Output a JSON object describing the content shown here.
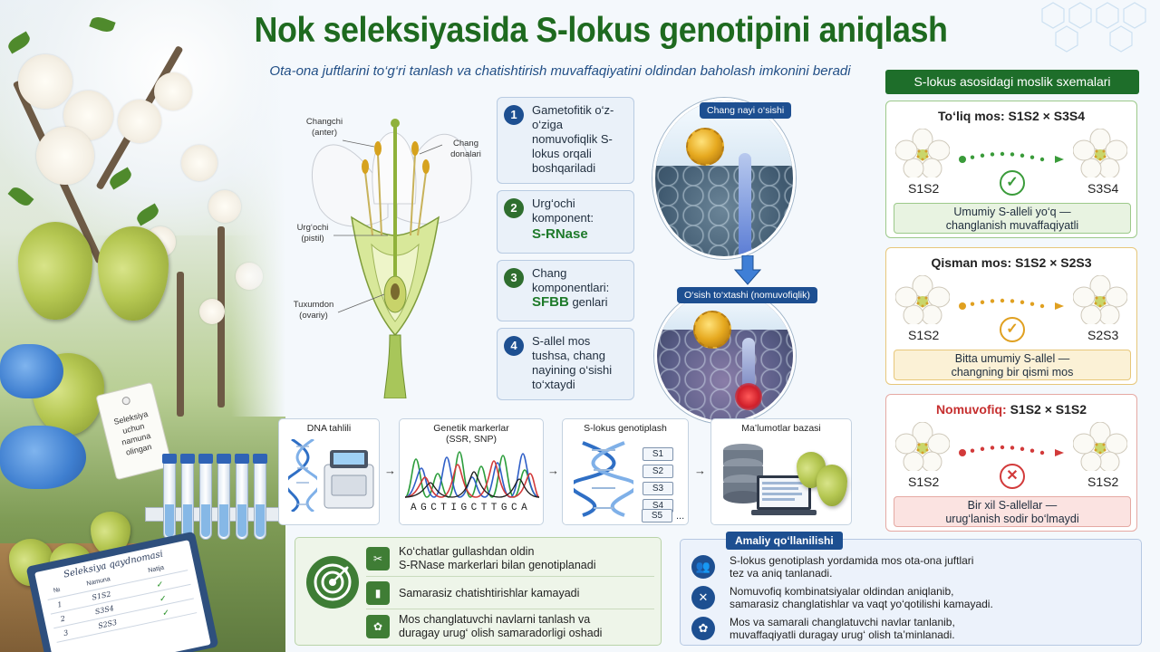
{
  "header": {
    "title": "Nok seleksiyasida S-lokus genotipini aniqlash",
    "subtitle": "Ota-ona juftlarini to‘g‘ri tanlash va chatishtirish muvaffaqiyatini oldindan baholash imkonini beradi"
  },
  "photo": {
    "tag_text": "Seleksiya uchun namuna olingan",
    "clipboard": {
      "title": "Seleksiya qaydnomasi",
      "columns": [
        "№",
        "Namuna",
        "Natija"
      ],
      "rows": [
        {
          "n": "1",
          "sample": "S1S2",
          "result": "✓"
        },
        {
          "n": "2",
          "sample": "S3S4",
          "result": "✓"
        },
        {
          "n": "3",
          "sample": "S2S3",
          "result": "✓"
        }
      ]
    }
  },
  "flower": {
    "anther": "Changchi\n(anter)",
    "pollen": "Chang\ndonalari",
    "pistil": "Urg‘ochi\n(pistil)",
    "ovary": "Tuxumdon\n(ovariy)"
  },
  "steps": [
    {
      "num": "1",
      "text": "Gametofitik o‘z-o‘ziga nomuvofiqlik S-lokus orqali boshqariladi",
      "color": "#1d4f91"
    },
    {
      "num": "2",
      "text": "Urg‘ochi komponent:",
      "strong": "S-RNase",
      "color": "#2f6e2f"
    },
    {
      "num": "3",
      "text": "Chang komponentlari:",
      "strong": "SFBB",
      "after": " genlari",
      "color": "#2f6e2f"
    },
    {
      "num": "4",
      "text": "S-allel mos tushsa, chang nayining o‘sishi to‘xtaydi",
      "color": "#1d4f91"
    }
  ],
  "micro": {
    "top_label": "Chang nayi o‘sishi",
    "bottom_label": "O‘sish to‘xtashi (nomuvofiqlik)"
  },
  "workflow": {
    "dna": "DNA tahlili",
    "markers": "Genetik markerlar\n(SSR, SNP)",
    "sequence": "AGCTIGCTTGCA",
    "genotyping": "S-lokus genotiplash",
    "alleles": [
      "S1",
      "S2",
      "S3",
      "S4",
      "S5"
    ],
    "ellipsis": "...",
    "database": "Ma’lumotlar bazasi"
  },
  "compat_panel": {
    "title": "S-lokus asosidagi moslik sxemalari",
    "cases": [
      {
        "heading_kw": "To‘liq mos:",
        "cross": "S1S2 × S3S4",
        "left": "S1S2",
        "right": "S3S4",
        "mark": "✓",
        "result": "Umumiy S-alleli yo‘q —\nchanglanish muvaffaqiyatli",
        "color": "#3a9b3a",
        "bg": "#e8f3e1",
        "border": "#9cc98a",
        "kwcolor": "#222"
      },
      {
        "heading_kw": "Qisman mos:",
        "cross": "S1S2 × S2S3",
        "left": "S1S2",
        "right": "S2S3",
        "mark": "✓",
        "result": "Bitta umumiy S-allel —\nchangning bir qismi mos",
        "color": "#e0a020",
        "bg": "#fbf1d6",
        "border": "#e7c77a",
        "kwcolor": "#222"
      },
      {
        "heading_kw": "Nomuvofiq:",
        "cross": "S1S2 × S1S2",
        "left": "S1S2",
        "right": "S1S2",
        "mark": "✕",
        "result": "Bir xil S-allellar —\nurug‘lanish sodir bo‘lmaydi",
        "color": "#d23a3a",
        "bg": "#fbe3e1",
        "border": "#e5a9a3",
        "kwcolor": "#c62f2f"
      }
    ]
  },
  "benefits": [
    {
      "icon": "✂",
      "text": "Ko‘chatlar gullashdan oldin\nS-RNase markerlari bilan genotiplanadi"
    },
    {
      "icon": "▮",
      "text": "Samarasiz chatishtirishlar kamayadi"
    },
    {
      "icon": "✿",
      "text": "Mos changlatuvchi navlarni tanlash va\nduragay urug‘ olish samaradorligi oshadi"
    }
  ],
  "apply": {
    "title": "Amaliy qo‘llanilishi",
    "rows": [
      {
        "icon": "👥",
        "text": "S-lokus genotiplash yordamida mos ota-ona juftlari\ntez va aniq tanlanadi."
      },
      {
        "icon": "✕",
        "text": "Nomuvofiq kombinatsiyalar oldindan aniqlanib,\nsamarasiz changlatishlar va vaqt yo‘qotilishi kamayadi."
      },
      {
        "icon": "✿",
        "text": "Mos va samarali changlatuvchi navlar tanlanib,\nmuvaffaqiyatli duragay urug‘ olish ta’minlanadi."
      }
    ]
  },
  "colors": {
    "title_green": "#1e6a1f",
    "subtitle_blue": "#224f86",
    "accent_blue": "#1d4f91",
    "accent_green": "#1e6e2a"
  }
}
